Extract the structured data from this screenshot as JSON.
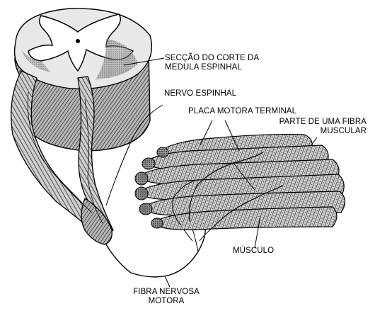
{
  "labels": {
    "spinal_section": [
      "SECÇÃO DO CORTE DA",
      "MEDULA ESPINHAL"
    ],
    "spinal_nerve": "NERVO ESPINHAL",
    "end_plate": "PLACA MOTORA TERMINAL",
    "muscle_fiber": [
      "PARTE DE UMA FIBRA",
      "MUSCULAR"
    ],
    "muscle": "MÚSCULO",
    "motor_fiber": [
      "FIBRA NERVOSA",
      "MOTORA"
    ]
  },
  "colors": {
    "ink": "#000000",
    "hatch_dark": "#3a3a3a",
    "hatch_mid": "#7a7a7a",
    "grey_matter": "#ffffff",
    "background": "#ffffff"
  }
}
